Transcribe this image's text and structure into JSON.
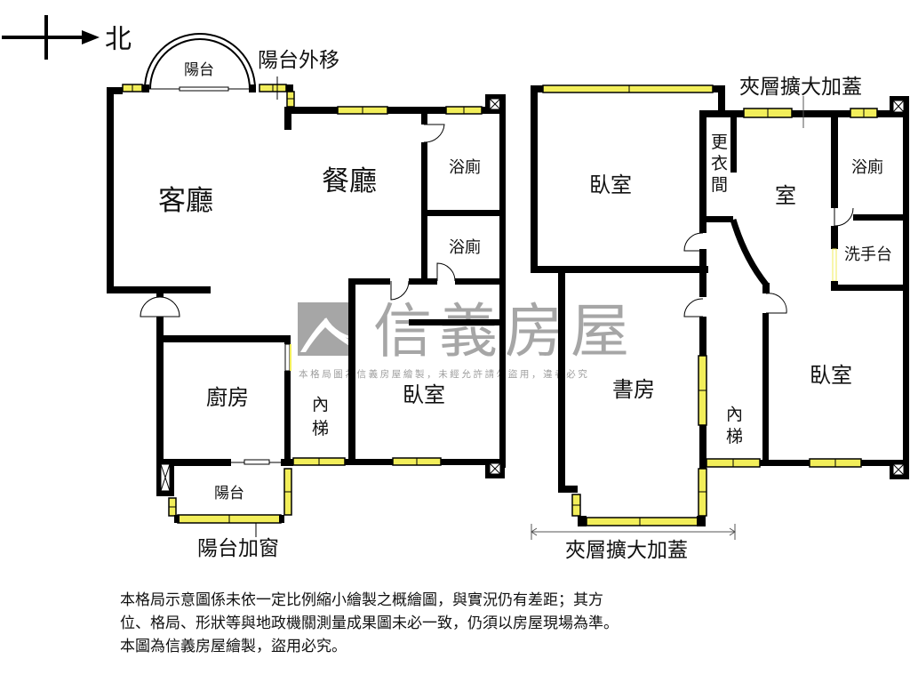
{
  "compass": {
    "label": "北",
    "icon": "north-arrow-icon"
  },
  "watermark": {
    "brand": "信義房屋",
    "notice": "本格局圖為信義房屋繪製，未經允許請勿盜用，違者必究",
    "color": "#9e9e9e"
  },
  "lower_floor": {
    "annotations": {
      "balcony_moved_out": "陽台外移",
      "balcony_window_added": "陽台加窗"
    },
    "rooms": {
      "balcony_top": "陽台",
      "living_room": "客廳",
      "dining_room": "餐廳",
      "bathroom_1": "浴廁",
      "bathroom_2": "浴廁",
      "kitchen": "廚房",
      "stairs": [
        "內",
        "梯"
      ],
      "bedroom": "臥室",
      "balcony_bottom": "陽台"
    }
  },
  "upper_floor": {
    "annotations": {
      "mezzanine_top": "夾層擴大加蓋",
      "mezzanine_bottom": "夾層擴大加蓋"
    },
    "rooms": {
      "bedroom_top": "臥室",
      "walk_in_closet": [
        "更",
        "衣",
        "間"
      ],
      "room": "室",
      "bathroom": "浴廁",
      "washbasin": "洗手台",
      "study": "書房",
      "stairs": [
        "內",
        "梯"
      ],
      "bedroom_right": "臥室"
    }
  },
  "disclaimer": {
    "lines": [
      "本格局示意圖係未依一定比例縮小繪製之概繪圖，與實況仍有差距；其方",
      "位、格局、形狀等與地政機關測量成果圖未必一致，仍須以房屋現場為準。",
      "本圖為信義房屋繪製，盜用必究。"
    ]
  },
  "colors": {
    "wall": "#000000",
    "window": "#f2ee5a",
    "background": "#ffffff"
  }
}
